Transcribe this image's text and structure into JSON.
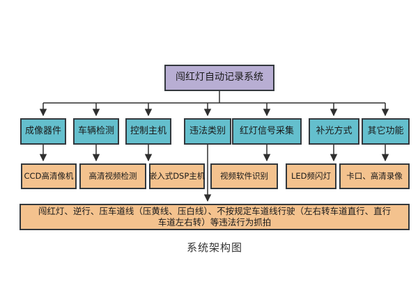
{
  "diagram": {
    "root_label": "闯红灯自动记录系统",
    "level2": [
      "成像器件",
      "车辆检测",
      "控制主机",
      "违法类别",
      "红灯信号采集",
      "补光方式",
      "其它功能"
    ],
    "level3": [
      "CCD高清像机",
      "高清视频检测",
      "嵌入式DSP主机",
      "视频软件识别",
      "LED频闪灯",
      "卡口、高清录像"
    ],
    "note_lines": [
      "闯红灯、逆行、压车道线（压黄线、压白线）、不按规定车道线行驶（左右转车道直行、直行",
      "车道左右转）等违法行为抓拍"
    ],
    "caption": "系统架构图"
  },
  "colors": {
    "root_fill": "#b8aed3",
    "category_fill": "#64bfcd",
    "item_fill": "#f4c28e",
    "box_border": "#33383d",
    "line_color": "#2f2f2f",
    "text_color": "#1a1a1a",
    "bg": "#ffffff"
  }
}
